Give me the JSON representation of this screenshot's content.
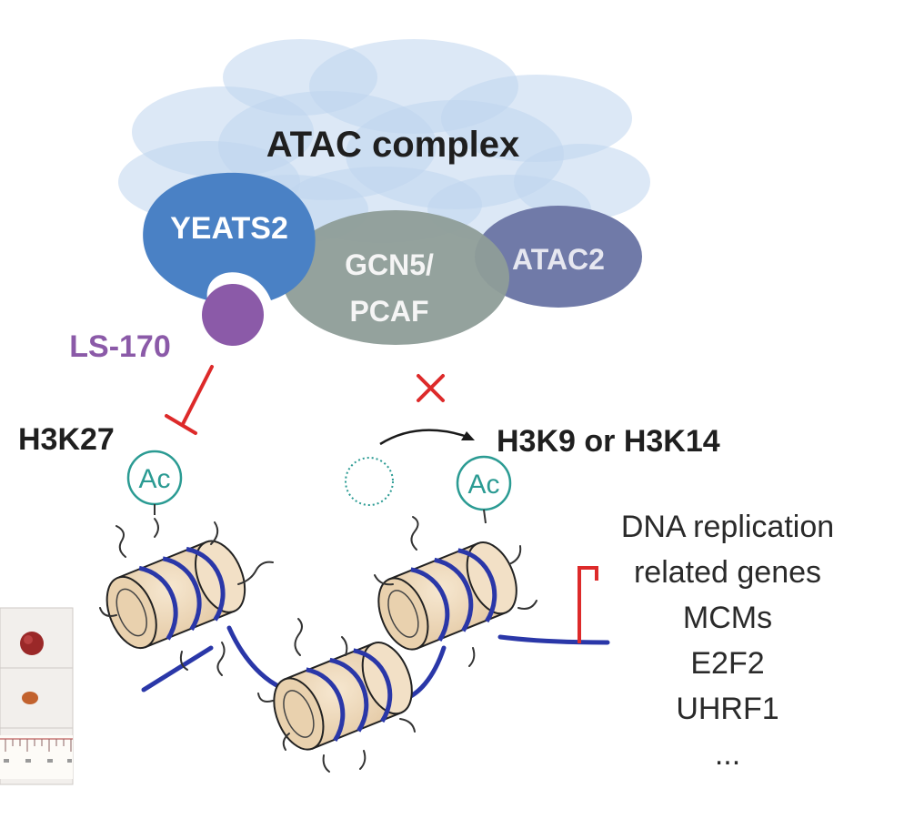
{
  "complex": {
    "title": "ATAC complex",
    "yeats2": "YEATS2",
    "gcn5_line1": "GCN5/",
    "gcn5_line2": "PCAF",
    "atac2": "ATAC2"
  },
  "inhibitor": {
    "label": "LS-170"
  },
  "marks": {
    "h3k27": "H3K27",
    "h3k9_h3k14": "H3K9 or H3K14",
    "ac1": "Ac",
    "ac2": "Ac"
  },
  "genes": {
    "lines": [
      "DNA replication",
      "related genes",
      "MCMs",
      "E2F2",
      "UHRF1",
      "..."
    ]
  },
  "colors": {
    "cloud": "#bdd3ee",
    "yeats2": "#4a80c4",
    "gcn5": "#8c9b96",
    "atac2": "#717aa6",
    "inhibitor": "#8a5aa6",
    "inhibit_red": "#dd2a2a",
    "ac_teal": "#2b9b93",
    "dna_blue": "#2a37a8",
    "nucleosome": "#f0dcc0"
  }
}
